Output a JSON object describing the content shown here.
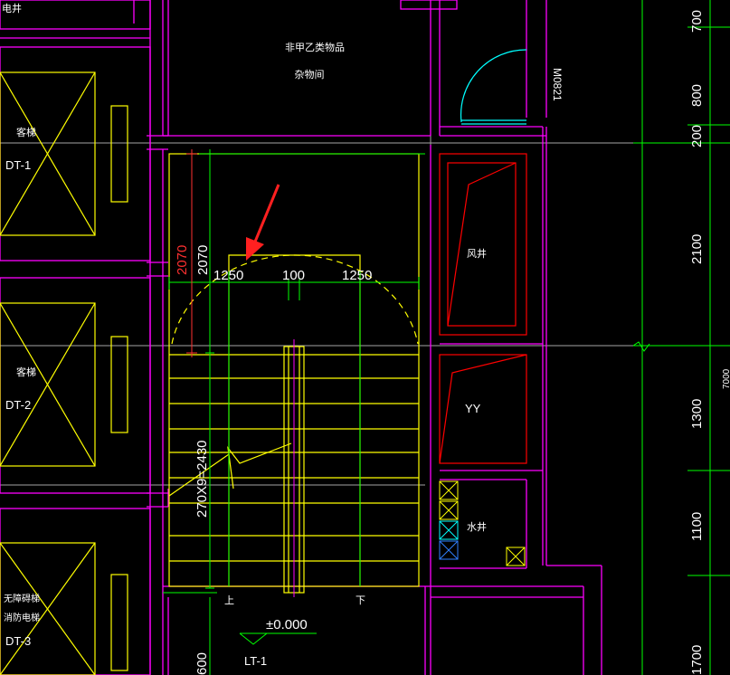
{
  "labels": {
    "top_left": "电井",
    "room_upper_1": "非甲乙类物品",
    "room_upper_2": "杂物间",
    "door": "M0821",
    "elevator1_name": "客梯",
    "elevator1_code": "DT-1",
    "elevator2_name": "客梯",
    "elevator2_code": "DT-2",
    "elevator3_name1": "无障碍梯",
    "elevator3_name2": "消防电梯",
    "elevator3_code": "DT-3",
    "shaft_wind": "风井",
    "shaft_yy": "YY",
    "shaft_water": "水井",
    "stair_up": "上",
    "stair_down": "下",
    "level": "±0.000",
    "stair_tag": "LT-1"
  },
  "dimensions": {
    "landing_depth_red": "2070",
    "landing_depth": "2070",
    "left_width": "1250",
    "gap": "100",
    "right_width": "1250",
    "treads": "270X9=2430",
    "bottom_left": "600",
    "right_column": [
      "700",
      "800",
      "200",
      "2100",
      "1300",
      "1100",
      "1700"
    ],
    "right_edge": "7000"
  },
  "colors": {
    "background": "#000000",
    "wall": "#ff00ff",
    "stair": "#ffff00",
    "dimension": "#00ff00",
    "text": "#ffffff",
    "shaft": "#ff0000",
    "door_arc": "#00ffff",
    "arrow": "#ff0000",
    "axis": "#c0c0c0"
  }
}
